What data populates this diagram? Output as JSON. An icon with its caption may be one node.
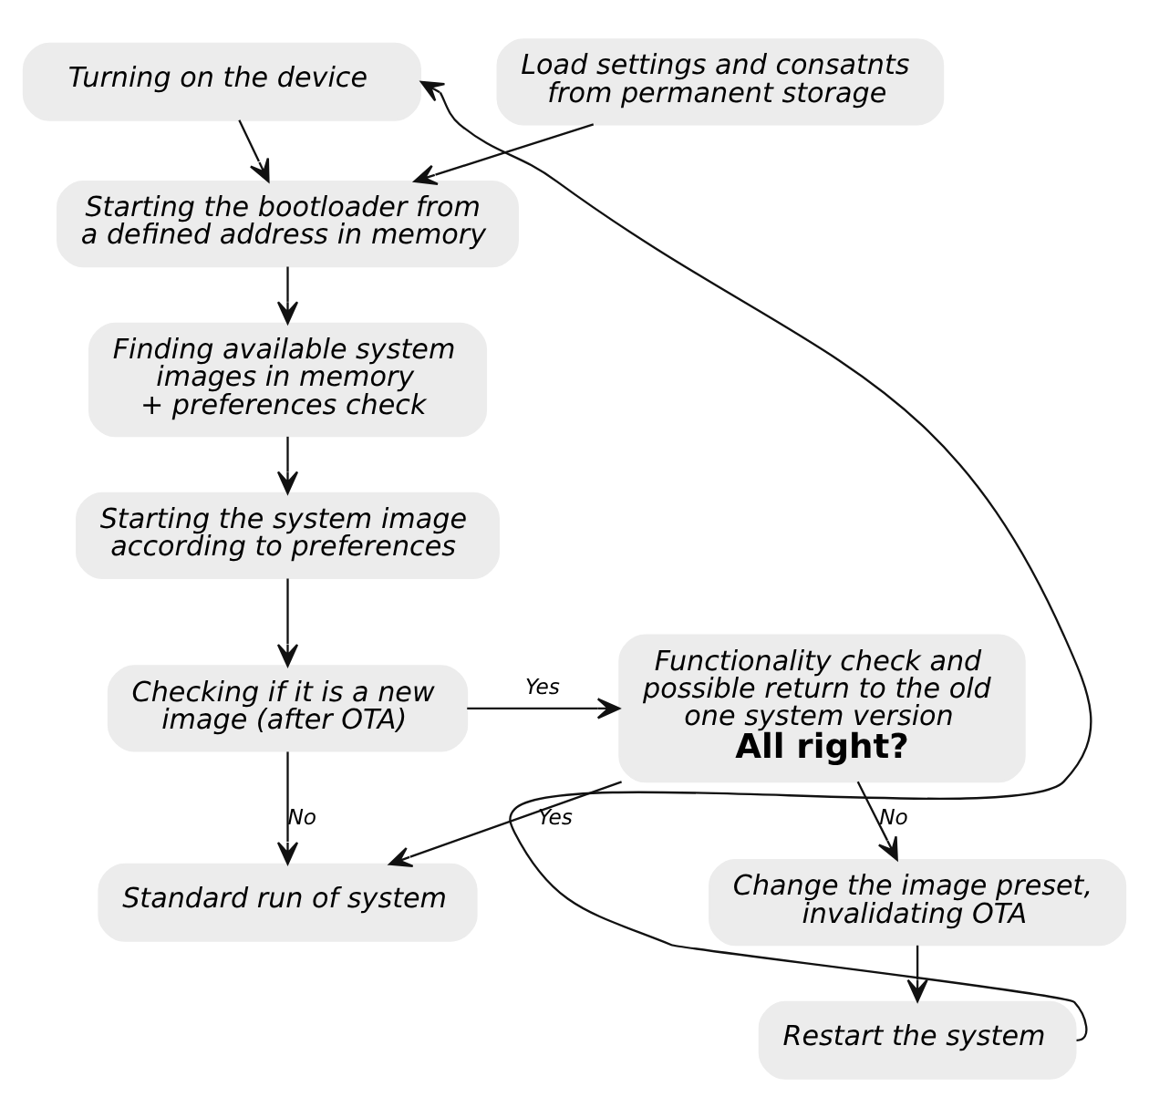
{
  "diagram": {
    "nodes": [
      {
        "text": [
          "Turning on the device"
        ]
      },
      {
        "text": [
          "Starting the bootloader from a defined address in memory"
        ]
      },
      {
        "text": [
          "Load settings and consatnts from permanent storage"
        ]
      },
      {
        "text": [
          "Finding available system images in memory",
          "+ preferences check"
        ]
      },
      {
        "text": [
          "Restart the system"
        ]
      },
      {
        "text": [
          "Change the image preset, invalidating OTA"
        ]
      },
      {
        "text": [
          "Starting the system image according to preferences"
        ]
      },
      {
        "text": [
          "Checking if it is a new image (after OTA)"
        ]
      },
      {
        "text": [
          "Functionality check and possible return to the old one system version",
          "All right?"
        ]
      },
      {
        "text": [
          "Standard run of system"
        ]
      }
    ],
    "edges": [
      {
        "from": 0,
        "to": 1,
        "arrow": "to"
      },
      {
        "from": 2,
        "to": 1,
        "arrow": "to"
      },
      {
        "from": 1,
        "to": 3,
        "arrow": "to"
      },
      {
        "from": 3,
        "to": 6,
        "arrow": "to"
      },
      {
        "from": 6,
        "to": 7,
        "arrow": "to"
      },
      {
        "from": 7,
        "to": 8,
        "arrow": "to",
        "label": "Yes"
      },
      {
        "from": 7,
        "to": 9,
        "arrow": "to",
        "label": "No"
      },
      {
        "from": 8,
        "to": 5,
        "arrow": "to",
        "label": "No"
      },
      {
        "from": 8,
        "to": 9,
        "arrow": "to",
        "label": "Yes"
      },
      {
        "from": 5,
        "to": 4,
        "arrow": "to"
      },
      {
        "from": 4,
        "to": 0,
        "arrow": "to"
      }
    ]
  }
}
